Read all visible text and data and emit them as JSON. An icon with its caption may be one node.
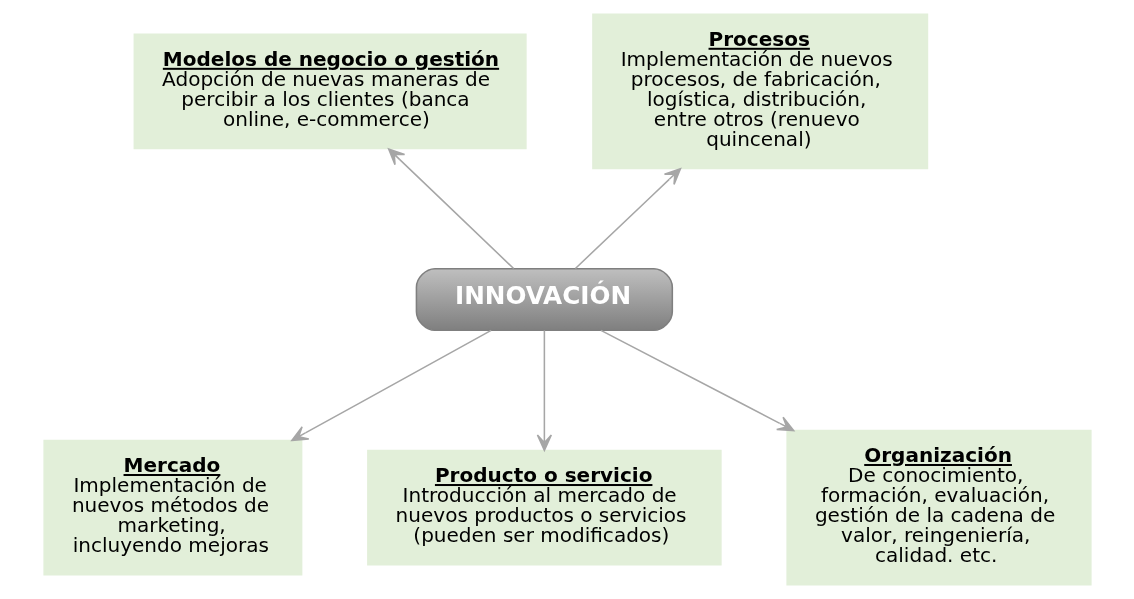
{
  "diagram": {
    "nodes": [
      {
        "text": [
          "Modelos de negocio o gestión",
          "Adopción de nuevas maneras de percibir a los clientes (banca online, e-commerce)"
        ]
      },
      {
        "text": [
          "Procesos",
          "Implementación de nuevos procesos, de fabricación, logística, distribución, entre otros (renuevo quincenal)"
        ]
      },
      {
        "text": [
          "INNOVACIÓN"
        ]
      },
      {
        "text": [
          "Mercado",
          "Implementación de nuevos métodos de marketing, incluyendo mejoras"
        ]
      },
      {
        "text": [
          "Producto o servicio",
          "Introducción al mercado de nuevos productos o servicios (pueden ser modificados)"
        ]
      },
      {
        "text": [
          "Organización",
          "De conocimiento, formación, evaluación, gestión de la cadena de valor, reingeniería, calidad. etc."
        ]
      }
    ],
    "edges": [
      {
        "from": 2,
        "to": 0,
        "arrow": "to"
      },
      {
        "from": 2,
        "to": 1,
        "arrow": "to"
      },
      {
        "from": 2,
        "to": 3,
        "arrow": "to"
      },
      {
        "from": 2,
        "to": 4,
        "arrow": "to"
      },
      {
        "from": 2,
        "to": 5,
        "arrow": "to"
      }
    ]
  }
}
